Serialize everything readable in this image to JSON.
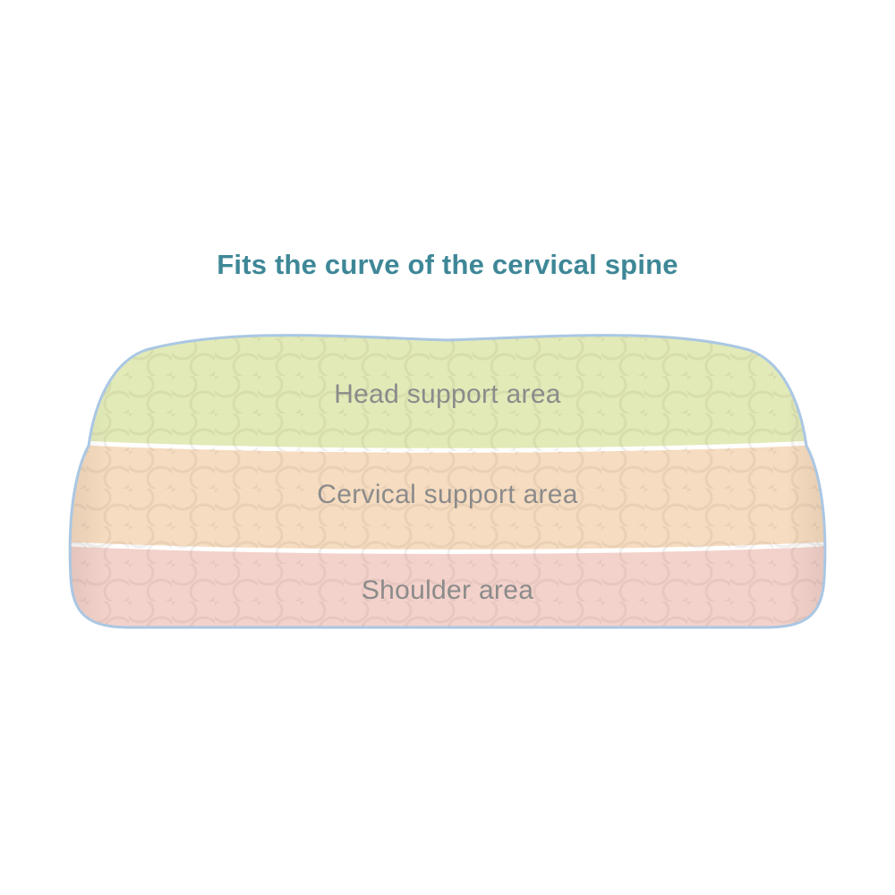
{
  "title": "Fits the curve of the cervical spine",
  "zones": [
    {
      "label": "Head support area",
      "color": "#e2eab8"
    },
    {
      "label": "Cervical support area",
      "color": "#f6dcc0"
    },
    {
      "label": "Shoulder area",
      "color": "#f3d2cb"
    }
  ],
  "colors": {
    "title_text": "#3e8797",
    "label_text": "#8b8b8b",
    "piping": "#aac7e3",
    "seam": "#ffffff",
    "background": "#ffffff"
  }
}
